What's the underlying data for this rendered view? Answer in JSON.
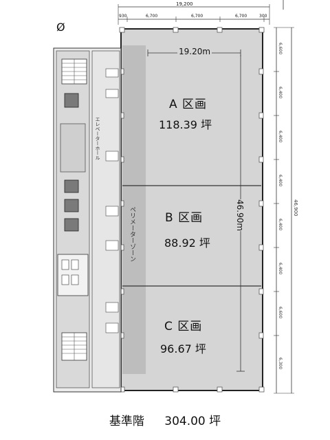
{
  "floor_plan": {
    "dimensions": {
      "overall_width": "19,200",
      "width_segments": [
        "930",
        "6,700",
        "6,700",
        "6,700",
        "300"
      ],
      "inner_width": "19.20m",
      "inner_height": "46.90m",
      "height_segments": [
        "6,600",
        "6,400",
        "6,400",
        "6,400",
        "6,400",
        "6,400",
        "6,600",
        "6,300"
      ],
      "overall_height": "46,900"
    },
    "zones": [
      {
        "name": "A 区画",
        "area": "118.39 坪"
      },
      {
        "name": "B 区画",
        "area": "88.92 坪"
      },
      {
        "name": "C 区画",
        "area": "96.67 坪"
      }
    ],
    "labels": {
      "elevator_hall": "エレベーターホール",
      "perimeter_zone": "ペリメーターゾーン"
    },
    "north_symbol": "Ø"
  },
  "caption": {
    "floor_name": "基準階",
    "total_area": "304.00 坪"
  },
  "colors": {
    "floor": "#d5d5d5",
    "perimeter": "#bdbdbd",
    "core": "#c8c8c8",
    "wall": "#222222"
  }
}
